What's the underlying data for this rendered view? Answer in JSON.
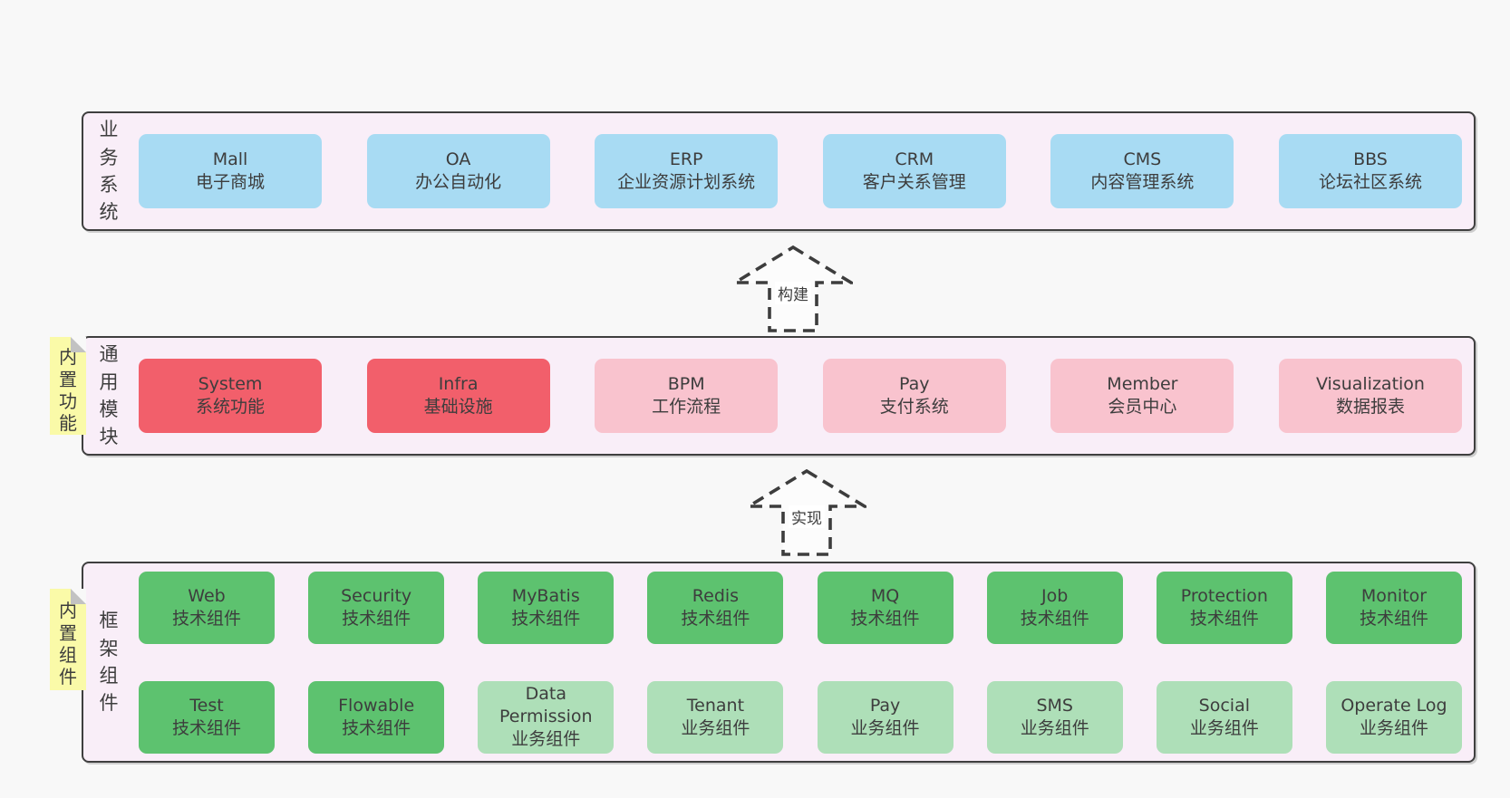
{
  "colors": {
    "page_background": "#f8f8f8",
    "band_fill": "#f9eef8",
    "band_border": "#3f3f3f",
    "business_box_blue": "#a8dbf3",
    "core_module_red": "#f25f6b",
    "module_pink": "#f9c3ce",
    "tech_component_green": "#5dc26f",
    "biz_component_light_green": "#aedfb8",
    "sticky_note_yellow": "#fafaa8",
    "note_fold_gray": "#c2c2c2",
    "text": "#3d3d3d"
  },
  "bands": {
    "business": {
      "label": "业务系统",
      "boxes": [
        {
          "title": "Mall",
          "subtitle": "电子商城",
          "variant": "blue"
        },
        {
          "title": "OA",
          "subtitle": "办公自动化",
          "variant": "blue"
        },
        {
          "title": "ERP",
          "subtitle": "企业资源计划系统",
          "variant": "blue"
        },
        {
          "title": "CRM",
          "subtitle": "客户关系管理",
          "variant": "blue"
        },
        {
          "title": "CMS",
          "subtitle": "内容管理系统",
          "variant": "blue"
        },
        {
          "title": "BBS",
          "subtitle": "论坛社区系统",
          "variant": "blue"
        }
      ]
    },
    "modules": {
      "label": "通用模块",
      "note": "内置功能",
      "boxes": [
        {
          "title": "System",
          "subtitle": "系统功能",
          "variant": "red"
        },
        {
          "title": "Infra",
          "subtitle": "基础设施",
          "variant": "red"
        },
        {
          "title": "BPM",
          "subtitle": "工作流程",
          "variant": "pink"
        },
        {
          "title": "Pay",
          "subtitle": "支付系统",
          "variant": "pink"
        },
        {
          "title": "Member",
          "subtitle": "会员中心",
          "variant": "pink"
        },
        {
          "title": "Visualization",
          "subtitle": "数据报表",
          "variant": "pink"
        }
      ]
    },
    "components": {
      "label": "框架组件",
      "note": "内置组件",
      "row1": [
        {
          "title": "Web",
          "subtitle": "技术组件",
          "variant": "green"
        },
        {
          "title": "Security",
          "subtitle": "技术组件",
          "variant": "green"
        },
        {
          "title": "MyBatis",
          "subtitle": "技术组件",
          "variant": "green"
        },
        {
          "title": "Redis",
          "subtitle": "技术组件",
          "variant": "green"
        },
        {
          "title": "MQ",
          "subtitle": "技术组件",
          "variant": "green"
        },
        {
          "title": "Job",
          "subtitle": "技术组件",
          "variant": "green"
        },
        {
          "title": "Protection",
          "subtitle": "技术组件",
          "variant": "green"
        },
        {
          "title": "Monitor",
          "subtitle": "技术组件",
          "variant": "green"
        }
      ],
      "row2": [
        {
          "title": "Test",
          "subtitle": "技术组件",
          "variant": "green"
        },
        {
          "title": "Flowable",
          "subtitle": "技术组件",
          "variant": "green"
        },
        {
          "title": "Data Permission",
          "subtitle": "业务组件",
          "variant": "lightgreen"
        },
        {
          "title": "Tenant",
          "subtitle": "业务组件",
          "variant": "lightgreen"
        },
        {
          "title": "Pay",
          "subtitle": "业务组件",
          "variant": "lightgreen"
        },
        {
          "title": "SMS",
          "subtitle": "业务组件",
          "variant": "lightgreen"
        },
        {
          "title": "Social",
          "subtitle": "业务组件",
          "variant": "lightgreen"
        },
        {
          "title": "Operate Log",
          "subtitle": "业务组件",
          "variant": "lightgreen"
        }
      ]
    }
  },
  "arrows": {
    "build": {
      "label": "构建"
    },
    "implement": {
      "label": "实现"
    }
  }
}
